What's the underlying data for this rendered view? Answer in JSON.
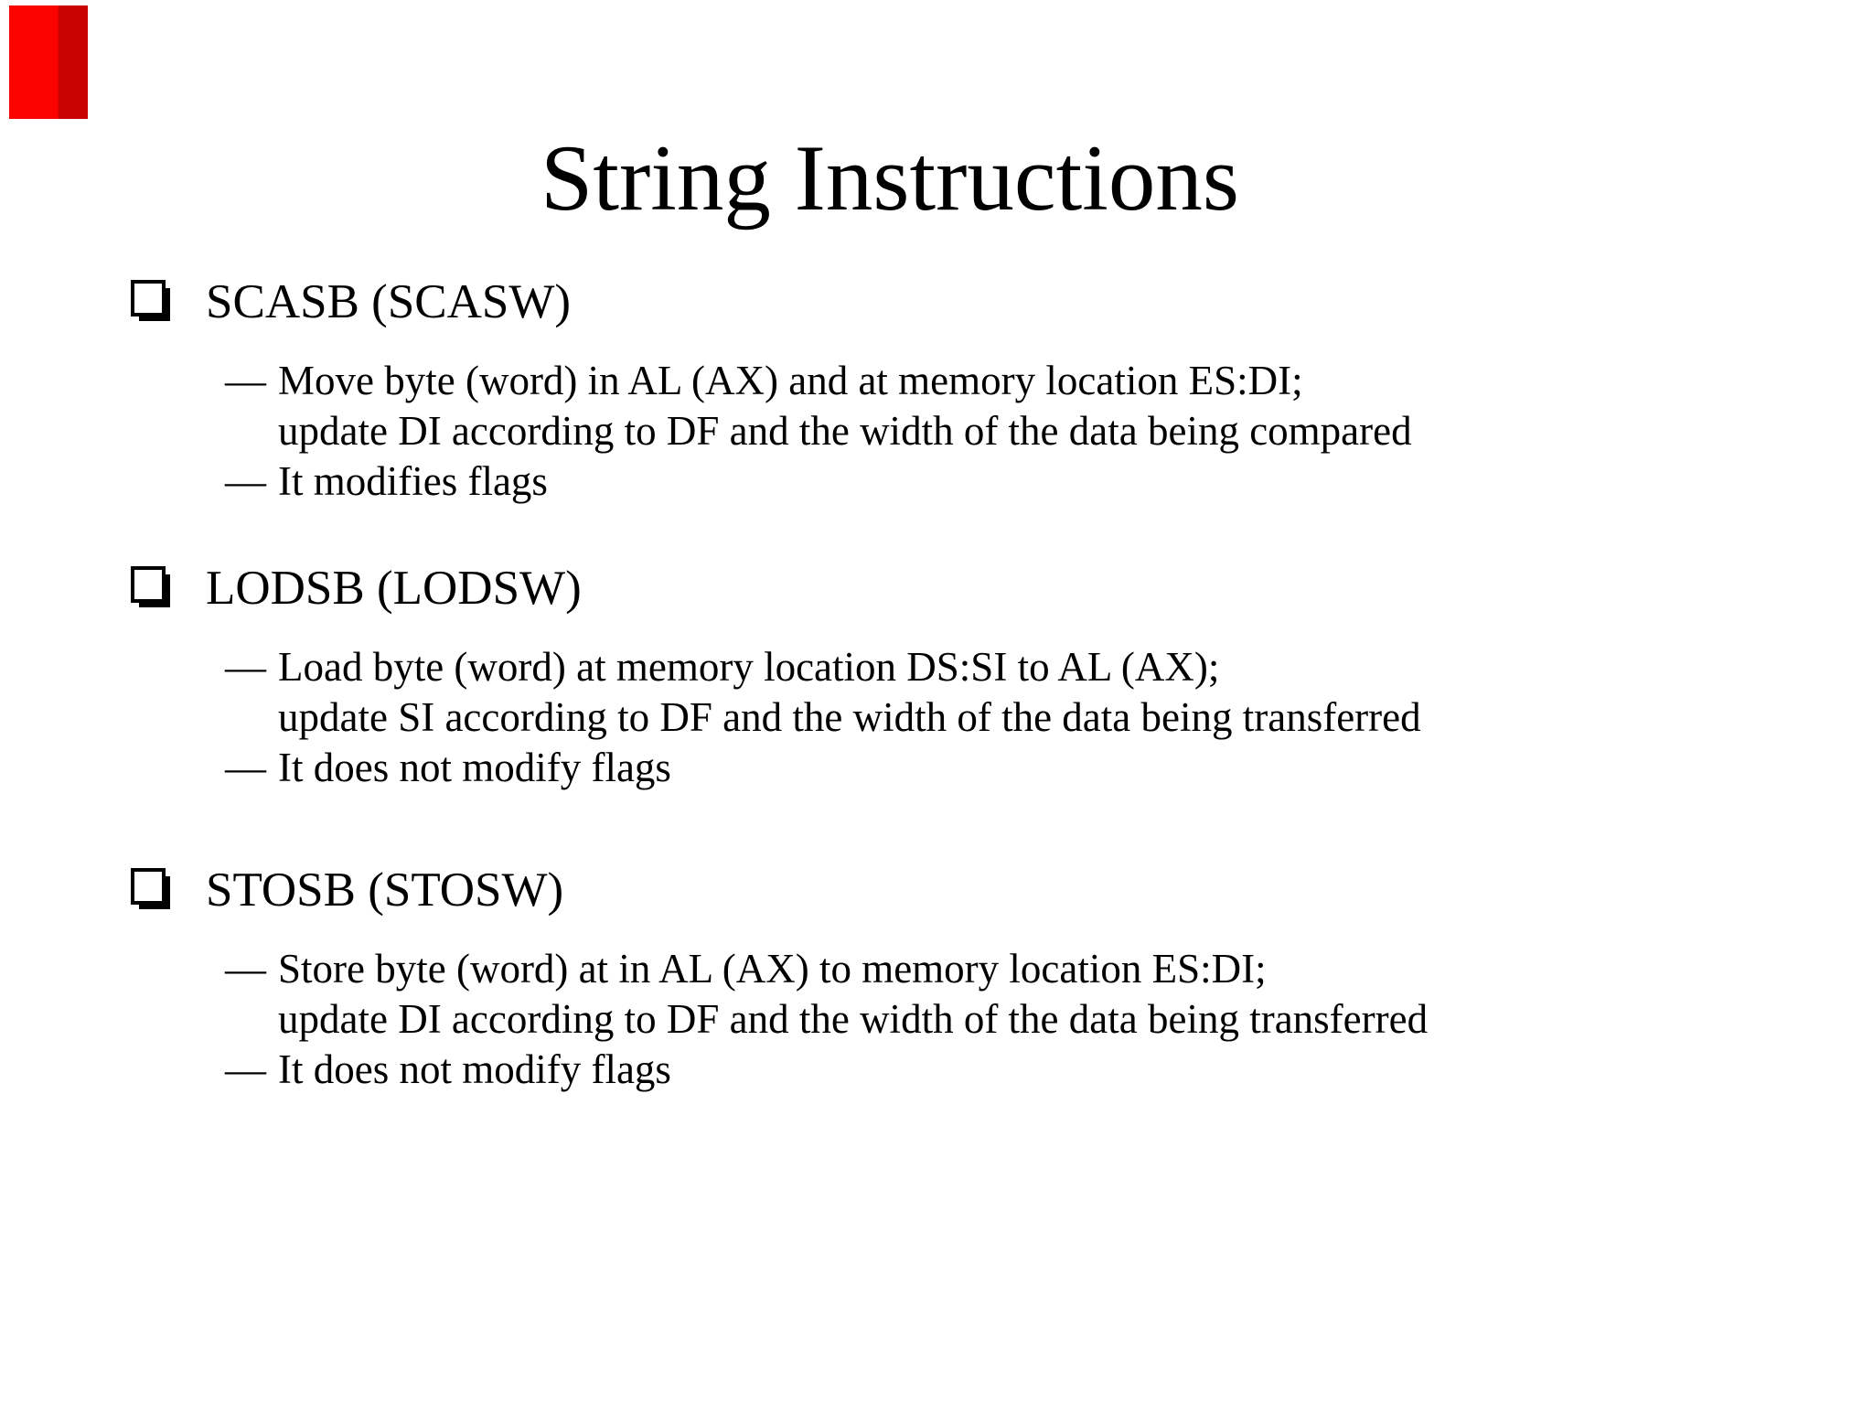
{
  "slide": {
    "title": "String Instructions",
    "bullet_dash": "—",
    "colors": {
      "background": "#ffffff",
      "text": "#000000",
      "red_corner_block": "#fb0400"
    },
    "groups": [
      {
        "header": "SCASB (SCASW)",
        "bullets": [
          {
            "lines": [
              "Move byte (word) in AL (AX) and at memory location ES:DI;",
              "update DI according to DF and the width of the data being compared"
            ]
          },
          {
            "lines": [
              "It modifies flags"
            ]
          }
        ]
      },
      {
        "header": "LODSB (LODSW)",
        "bullets": [
          {
            "lines": [
              "Load byte (word) at memory location DS:SI to AL (AX);",
              "update SI according to DF and the width of the data being transferred"
            ]
          },
          {
            "lines": [
              "It does not modify flags"
            ]
          }
        ]
      },
      {
        "header": "STOSB (STOSW)",
        "bullets": [
          {
            "lines": [
              "Store byte (word) at in AL (AX) to memory location ES:DI;",
              "update DI according to DF and the width of the data being transferred"
            ]
          },
          {
            "lines": [
              "It does not modify flags"
            ]
          }
        ]
      }
    ]
  }
}
